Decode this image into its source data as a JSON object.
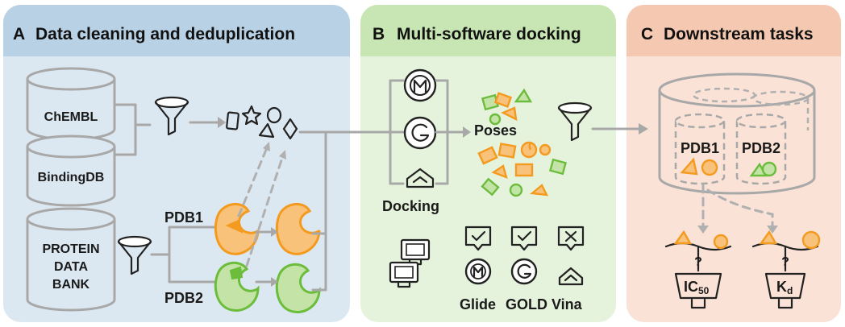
{
  "panels": {
    "a": {
      "letter": "A",
      "title": "Data cleaning and deduplication"
    },
    "b": {
      "letter": "B",
      "title": "Multi-software docking"
    },
    "c": {
      "letter": "C",
      "title": "Downstream tasks"
    }
  },
  "panel_a": {
    "db_chembl": "ChEMBL",
    "db_bindingdb": "BindingDB",
    "db_pdb": [
      "PROTEIN",
      "DATA",
      "BANK"
    ],
    "pdb1": "PDB1",
    "pdb2": "PDB2"
  },
  "panel_b": {
    "docking": "Docking",
    "poses": "Poses",
    "software": [
      "Glide",
      "GOLD",
      "Vina"
    ]
  },
  "panel_c": {
    "db1": "PDB1",
    "db2": "PDB2",
    "ic50_main": "IC",
    "ic50_sub": "50",
    "kd_main": "K",
    "kd_sub": "d",
    "question": "?"
  },
  "colors": {
    "panel_a_bg": "#dce8f1",
    "panel_a_header": "#b9d1e5",
    "panel_b_bg": "#e6f3dc",
    "panel_b_header": "#c8e6b3",
    "panel_c_bg": "#fae3d6",
    "panel_c_header": "#f5c9b1",
    "orange": "#f39a1f",
    "green": "#6cbd3c",
    "arrow_gray": "#a8a8a8"
  }
}
